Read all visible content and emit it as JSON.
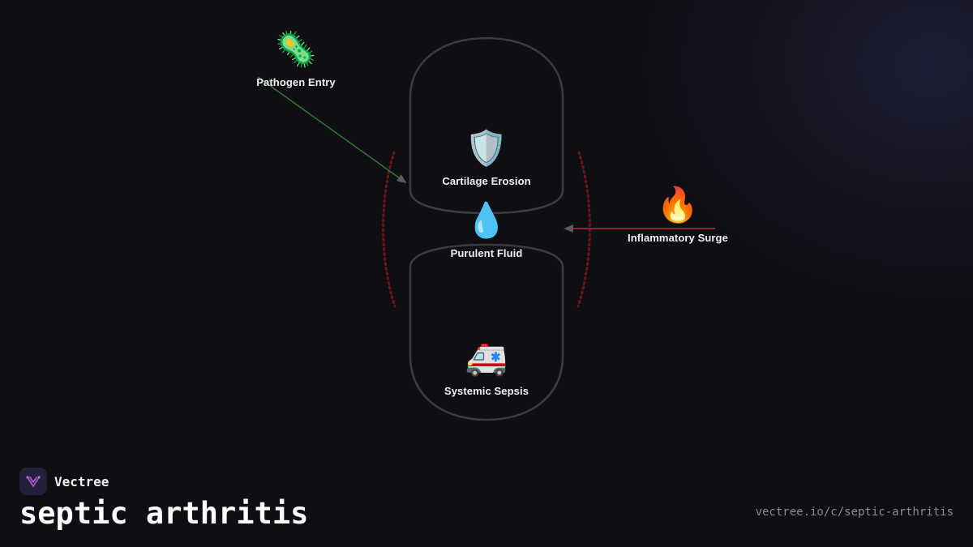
{
  "diagram": {
    "nodes": [
      {
        "id": "pathogen",
        "emoji": "🦠",
        "label": "Pathogen Entry"
      },
      {
        "id": "cartilage",
        "emoji": "🛡️",
        "label": "Cartilage Erosion"
      },
      {
        "id": "fluid",
        "emoji": "💧",
        "label": "Purulent Fluid"
      },
      {
        "id": "inflammation",
        "emoji": "🔥",
        "label": "Inflammatory Surge"
      },
      {
        "id": "sepsis",
        "emoji": "🚑",
        "label": "Systemic Sepsis"
      }
    ],
    "edges": [
      {
        "from": "pathogen",
        "to": "cartilage",
        "color": "#2f7a3c"
      },
      {
        "from": "inflammation",
        "to": "fluid",
        "color": "#8b2430"
      }
    ],
    "colors": {
      "background": "#0f0e13",
      "joint_outline": "#3c3b42",
      "synovium_dotted": "#6e1420"
    }
  },
  "brand": {
    "name": "Vectree",
    "logo_icon": "vectree-logo-icon"
  },
  "page": {
    "title": "septic arthritis",
    "url": "vectree.io/c/septic-arthritis"
  }
}
